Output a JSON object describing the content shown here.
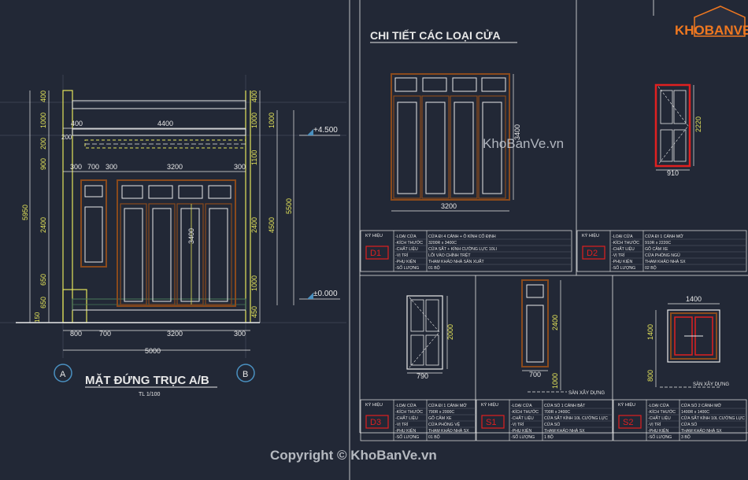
{
  "colors": {
    "background": "#222836",
    "yellow": "#e4e45a",
    "white": "#e8e8e8",
    "brown": "#8a4a1c",
    "red": "#e02020",
    "green_dim": "#4a7a5a",
    "logo_orange": "#f07820"
  },
  "logo": {
    "brand": "KHOBANVE",
    "watermark": "KhoBanVe.vn"
  },
  "copyright": "Copyright © KhoBanVe.vn",
  "left": {
    "title": "MẶT ĐỨNG TRỤC A/B",
    "scale": "TL 1/100",
    "axis_a": "A",
    "axis_b": "B",
    "level_top": "+4.500",
    "level_bottom": "±0.000",
    "dims_top": {
      "d400": "400",
      "d4400": "4400",
      "d200": "200",
      "d300a": "300",
      "d700": "700",
      "d300b": "300",
      "d3200": "3200",
      "d300c": "300"
    },
    "dims_left_total": "5950",
    "dims_left": [
      "400",
      "1000",
      "200",
      "900",
      "2400",
      "650",
      "650",
      "150"
    ],
    "dims_right_total": "5500",
    "dims_right_inner": [
      "400",
      "1000",
      "1100",
      "2400",
      "1000",
      "450"
    ],
    "dims_right_outer": [
      "1000",
      "4500"
    ],
    "door_height": "3400",
    "dims_bottom": {
      "d800": "800",
      "d700": "700",
      "d3200": "3200",
      "d300": "300"
    },
    "dims_bottom_total": "5000",
    "dim_200_small": "200"
  },
  "right": {
    "title": "CHI TIẾT CÁC LOẠI CỬA",
    "d1_width": "3200",
    "d1_height": "3400",
    "d2_width": "910",
    "d2_height": "2220",
    "d3_width": "790",
    "d3_height": "2000",
    "s1_width": "700",
    "s1_height": "2400",
    "s1_sill": "1000",
    "s1_ground": "SÀN XÂY DỰNG",
    "s2_width": "1400",
    "s2_height": "1400",
    "s2_sill": "800",
    "s2_ground": "SÀN XÂY DỰNG",
    "table_d1": {
      "code": "D1",
      "head": "KÝ HIỆU",
      "rows": [
        {
          "k": "-LOẠI CỬA",
          "v": "CỬA ĐI 4 CÁNH + Ô KÍNH CỐ ĐỊNH"
        },
        {
          "k": "-KÍCH THƯỚC",
          "v": "3200R x 3400C"
        },
        {
          "k": "-CHẤT LIỆU",
          "v": "CỬA SẮT + KÍNH CƯỜNG LỰC 10LI"
        },
        {
          "k": "-VỊ TRÍ",
          "v": "LỐI VÀO CHÍNH TRỆT"
        },
        {
          "k": "-PHỤ KIỆN",
          "v": "THAM KHẢO NHÀ SẢN XUẤT"
        },
        {
          "k": "-SỐ LƯỢNG",
          "v": "01 BỘ"
        }
      ]
    },
    "table_d2": {
      "code": "D2",
      "head": "KÝ HIỆU",
      "rows": [
        {
          "k": "-LOẠI CỬA",
          "v": "CỬA ĐI 1 CÁNH MỞ"
        },
        {
          "k": "-KÍCH THƯỚC",
          "v": "910R x 2220C"
        },
        {
          "k": "-CHẤT LIỆU",
          "v": "GỖ CĂM XE"
        },
        {
          "k": "-VỊ TRÍ",
          "v": "CỬA PHÒNG NGỦ"
        },
        {
          "k": "-PHỤ KIỆN",
          "v": "THAM KHẢO NHÀ SX"
        },
        {
          "k": "-SỐ LƯỢNG",
          "v": "02 BỘ"
        }
      ]
    },
    "table_d3": {
      "code": "D3",
      "head": "KÝ HIỆU",
      "rows": [
        {
          "k": "-LOẠI CỬA",
          "v": "CỬA ĐI 1 CÁNH MỞ"
        },
        {
          "k": "-KÍCH THƯỚC",
          "v": "790R x 2000C"
        },
        {
          "k": "-CHẤT LIỆU",
          "v": "GỖ CĂM XE"
        },
        {
          "k": "-VỊ TRÍ",
          "v": "CỬA PHÒNG VỆ"
        },
        {
          "k": "-PHỤ KIỆN",
          "v": "THAM KHẢO NHÀ SX"
        },
        {
          "k": "-SỐ LƯỢNG",
          "v": "01 BỘ"
        }
      ]
    },
    "table_s1": {
      "code": "S1",
      "head": "KÝ HIỆU",
      "rows": [
        {
          "k": "-LOẠI CỬA",
          "v": "CỬA SỔ 1 CÁNH BẬT"
        },
        {
          "k": "-KÍCH THƯỚC",
          "v": "700R x 2400C"
        },
        {
          "k": "-CHẤT LIỆU",
          "v": "CỬA SẮT KÍNH 10L CƯỜNG LỰC"
        },
        {
          "k": "-VỊ TRÍ",
          "v": "CỬA SỔ"
        },
        {
          "k": "-PHỤ KIỆN",
          "v": "THAM KHẢO NHÀ SX"
        },
        {
          "k": "-SỐ LƯỢNG",
          "v": "1 BỘ"
        }
      ]
    },
    "table_s2": {
      "code": "S2",
      "head": "KÝ HIỆU",
      "rows": [
        {
          "k": "-LOẠI CỬA",
          "v": "CỬA SỔ 2 CÁNH MỞ"
        },
        {
          "k": "-KÍCH THƯỚC",
          "v": "1400R x 1400C"
        },
        {
          "k": "-CHẤT LIỆU",
          "v": "CỬA SẮT KÍNH 10L CƯỜNG LỰC"
        },
        {
          "k": "-VỊ TRÍ",
          "v": "CỬA SỔ"
        },
        {
          "k": "-PHỤ KIỆN",
          "v": "THAM KHẢO NHÀ SX"
        },
        {
          "k": "-SỐ LƯỢNG",
          "v": "3 BỘ"
        }
      ]
    }
  }
}
